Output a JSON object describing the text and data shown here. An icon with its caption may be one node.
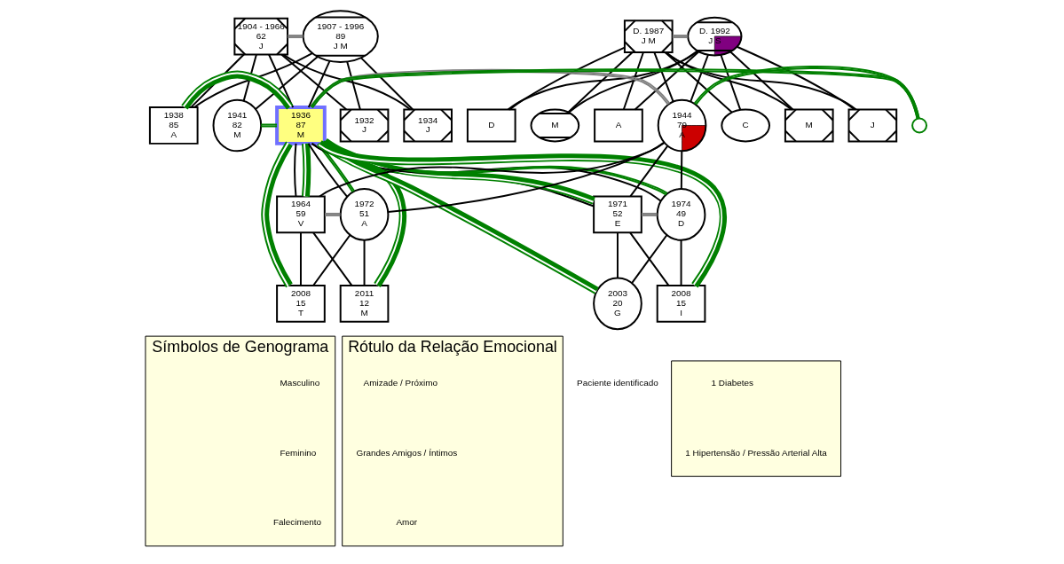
{
  "diagram": {
    "nodes": [
      {
        "text": [
          "1904 - 1966",
          "62",
          "J"
        ]
      },
      {
        "text": [
          "1907 - 1996",
          "89",
          "J M"
        ]
      },
      {
        "text": [
          "D. 1987",
          "J M"
        ]
      },
      {
        "text": [
          "D. 1992",
          "J S"
        ]
      },
      {
        "text": [
          "1932",
          "J"
        ]
      },
      {
        "text": [
          "1934",
          "J"
        ]
      },
      {
        "text": [
          "1936",
          "87",
          "M"
        ]
      },
      {
        "text": [
          "1938",
          "85",
          "A"
        ]
      },
      {
        "text": [
          "1941",
          "82",
          "M"
        ]
      },
      {
        "text": [
          "M"
        ]
      },
      {
        "text": [
          "J"
        ]
      },
      {
        "text": [
          "D"
        ]
      },
      {
        "text": [
          "M"
        ]
      },
      {
        "text": [
          "1944",
          "79",
          "A"
        ]
      },
      {
        "text": [
          "A"
        ]
      },
      {
        "text": [
          "C"
        ]
      },
      {
        "text": [],
        "shape": "circle"
      },
      {
        "text": [
          "1964",
          "59",
          "V"
        ]
      },
      {
        "text": [
          "1972",
          "51",
          "A"
        ]
      },
      {
        "text": [
          "1971",
          "52",
          "E"
        ]
      },
      {
        "text": [
          "1974",
          "49",
          "D"
        ]
      },
      {
        "text": [
          "2008",
          "15",
          "T"
        ]
      },
      {
        "text": [
          "2011",
          "12",
          "M"
        ]
      },
      {
        "text": [
          "2003",
          "20",
          "G"
        ]
      },
      {
        "text": [
          "2008",
          "15",
          "I"
        ]
      },
      {
        "text": [
          "Símbolos de Genograma"
        ]
      },
      {
        "text": [
          "Rótulo da Relação Emocional"
        ]
      },
      {
        "text": [],
        "shape": "box"
      }
    ],
    "edges": [
      {
        "from": 0,
        "to": 1,
        "arrow": "none",
        "color": "#808080"
      },
      {
        "from": 0,
        "to": 4,
        "arrow": "none"
      },
      {
        "from": 1,
        "to": 4,
        "arrow": "none"
      },
      {
        "from": 0,
        "to": 5,
        "arrow": "none"
      },
      {
        "from": 1,
        "to": 5,
        "arrow": "none"
      },
      {
        "from": 0,
        "to": 6,
        "arrow": "none"
      },
      {
        "from": 1,
        "to": 6,
        "arrow": "none"
      },
      {
        "from": 0,
        "to": 7,
        "arrow": "none"
      },
      {
        "from": 1,
        "to": 7,
        "arrow": "none"
      },
      {
        "from": 0,
        "to": 8,
        "arrow": "none"
      },
      {
        "from": 1,
        "to": 8,
        "arrow": "none"
      },
      {
        "from": 2,
        "to": 3,
        "arrow": "none",
        "color": "#808080"
      },
      {
        "from": 2,
        "to": 9,
        "arrow": "none"
      },
      {
        "from": 3,
        "to": 9,
        "arrow": "none"
      },
      {
        "from": 2,
        "to": 10,
        "arrow": "none"
      },
      {
        "from": 3,
        "to": 10,
        "arrow": "none"
      },
      {
        "from": 2,
        "to": 11,
        "arrow": "none"
      },
      {
        "from": 3,
        "to": 11,
        "arrow": "none"
      },
      {
        "from": 2,
        "to": 12,
        "arrow": "none"
      },
      {
        "from": 3,
        "to": 12,
        "arrow": "none"
      },
      {
        "from": 2,
        "to": 13,
        "arrow": "none"
      },
      {
        "from": 3,
        "to": 13,
        "arrow": "none"
      },
      {
        "from": 2,
        "to": 14,
        "arrow": "none"
      },
      {
        "from": 3,
        "to": 14,
        "arrow": "none"
      },
      {
        "from": 2,
        "to": 15,
        "arrow": "none"
      },
      {
        "from": 3,
        "to": 15,
        "arrow": "none"
      },
      {
        "from": 6,
        "to": 13,
        "arrow": "none",
        "color": "#808080"
      },
      {
        "from": 6,
        "to": 17,
        "arrow": "none"
      },
      {
        "from": 13,
        "to": 17,
        "arrow": "none"
      },
      {
        "from": 6,
        "to": 18,
        "arrow": "none"
      },
      {
        "from": 13,
        "to": 18,
        "arrow": "none"
      },
      {
        "from": 6,
        "to": 19,
        "arrow": "none"
      },
      {
        "from": 13,
        "to": 19,
        "arrow": "none"
      },
      {
        "from": 6,
        "to": 20,
        "arrow": "none"
      },
      {
        "from": 13,
        "to": 20,
        "arrow": "none"
      },
      {
        "from": 17,
        "to": 18,
        "arrow": "none",
        "color": "#808080"
      },
      {
        "from": 17,
        "to": 21,
        "arrow": "none"
      },
      {
        "from": 18,
        "to": 21,
        "arrow": "none"
      },
      {
        "from": 17,
        "to": 22,
        "arrow": "none"
      },
      {
        "from": 18,
        "to": 22,
        "arrow": "none"
      },
      {
        "from": 19,
        "to": 20,
        "arrow": "none",
        "color": "#808080"
      },
      {
        "from": 19,
        "to": 23,
        "arrow": "none"
      },
      {
        "from": 20,
        "to": 23,
        "arrow": "none"
      },
      {
        "from": 19,
        "to": 24,
        "arrow": "none"
      },
      {
        "from": 20,
        "to": 24,
        "arrow": "none"
      },
      {
        "from": 6,
        "to": 16,
        "arrow": "none",
        "color": "#008000"
      },
      {
        "from": 16,
        "to": 13,
        "arrow": "none",
        "color": "#008000"
      },
      {
        "from": 6,
        "to": 7,
        "arrow": "none",
        "style": "thick",
        "color": "#008000"
      },
      {
        "from": 6,
        "to": 8,
        "arrow": "none",
        "color": "#008000"
      },
      {
        "from": 6,
        "to": 17,
        "arrow": "none",
        "style": "thick",
        "color": "#008000"
      },
      {
        "from": 6,
        "to": 21,
        "arrow": "none",
        "style": "thick",
        "color": "#008000"
      },
      {
        "from": 6,
        "to": 22,
        "arrow": "none",
        "style": "thick",
        "color": "#008000"
      },
      {
        "from": 6,
        "to": 18,
        "arrow": "none",
        "color": "#008000"
      },
      {
        "from": 6,
        "to": 19,
        "arrow": "none",
        "style": "thick",
        "color": "#008000"
      },
      {
        "from": 6,
        "to": 23,
        "arrow": "none",
        "style": "thick",
        "color": "#008000"
      },
      {
        "from": 6,
        "to": 24,
        "arrow": "none",
        "style": "thick",
        "color": "#008000"
      },
      {
        "from": 6,
        "to": 20,
        "arrow": "none",
        "color": "#008000"
      }
    ],
    "legend": [
      {
        "text": "Masculino"
      },
      {
        "text": "Feminino"
      },
      {
        "text": "Falecimento"
      },
      {
        "text": "Amizade / Próximo"
      },
      {
        "text": "Grandes Amigos / Íntimos"
      },
      {
        "text": "Amor"
      },
      {
        "text": "Paciente identificado"
      },
      {
        "text": "1 Diabetes"
      },
      {
        "text": "1 Hipertensão / Pressão Arterial Alta"
      }
    ]
  }
}
